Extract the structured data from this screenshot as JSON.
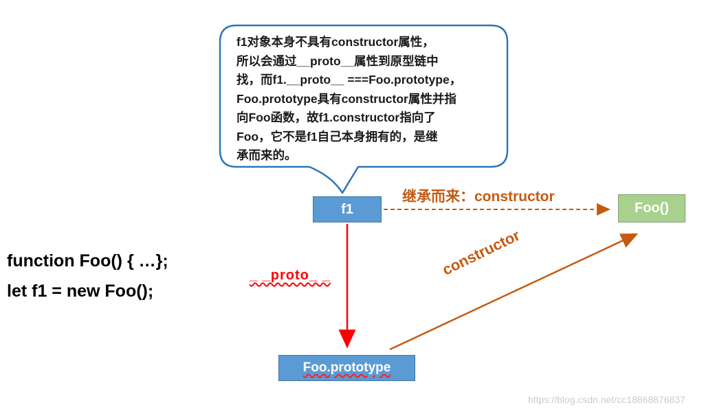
{
  "bubble": {
    "lines": [
      "f1对象本身不具有constructor属性，",
      "所以会通过__proto__属性到原型链中",
      "找，而f1.__proto__ ===Foo.prototype，",
      "Foo.prototype具有constructor属性并指",
      "向Foo函数，故f1.constructor指向了",
      "Foo，它不是f1自己本身拥有的，是继",
      "承而来的。"
    ]
  },
  "code_block": {
    "line1": "function Foo() { …};",
    "line2": "let f1 = new Foo();"
  },
  "nodes": {
    "f1": {
      "label": "f1"
    },
    "foo": {
      "label": "Foo()"
    },
    "foo_prototype": {
      "label": "Foo.prototype"
    }
  },
  "edges": {
    "inherited_label": "继承而来：constructor",
    "proto_label": "_ _proto_ _",
    "constructor_label": "constructor"
  },
  "watermark": "https://blog.csdn.net/cc18868876837",
  "colors": {
    "box_blue": "#5B9BD5",
    "box_green": "#A9D18E",
    "orange": "#C55A11",
    "red": "#FF0000",
    "bubble_border": "#2E75B6"
  }
}
